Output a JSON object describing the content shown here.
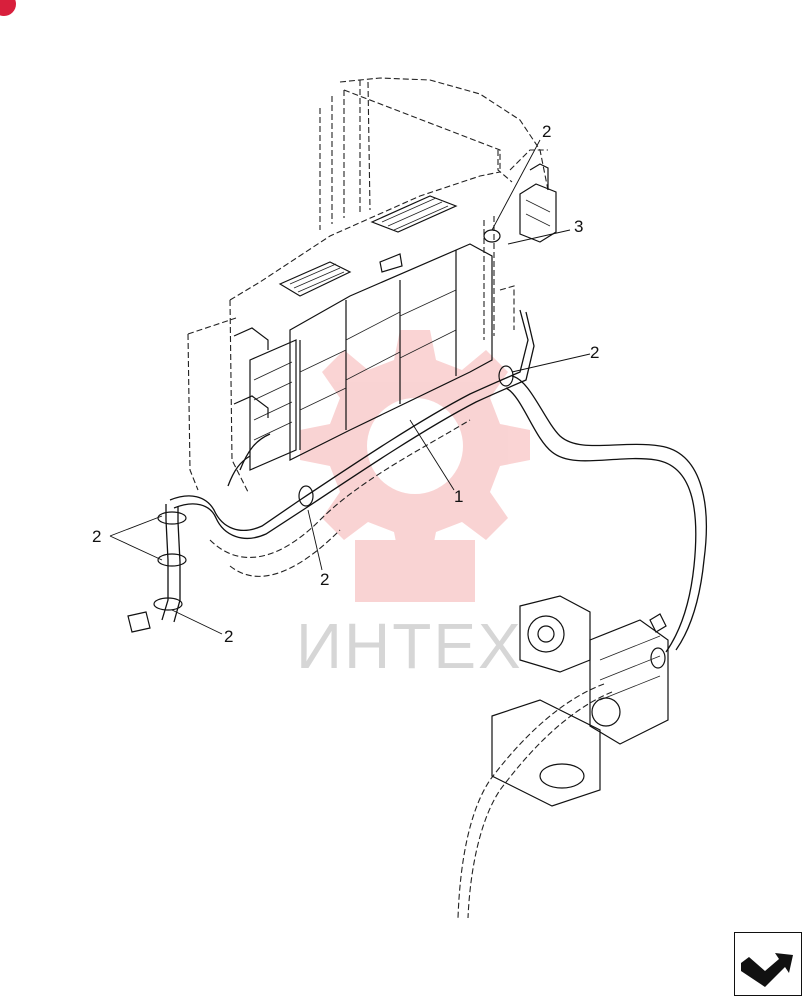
{
  "watermark": {
    "text": "ИНТЕХ"
  },
  "callouts": [
    {
      "id": "c1",
      "label": "2"
    },
    {
      "id": "c2",
      "label": "3"
    },
    {
      "id": "c3",
      "label": "2"
    },
    {
      "id": "c4",
      "label": "1"
    },
    {
      "id": "c5",
      "label": "2"
    },
    {
      "id": "c6",
      "label": "2"
    },
    {
      "id": "c7",
      "label": "2"
    }
  ],
  "colors": {
    "watermark_red": "#e83a3a",
    "badge_red": "#d81f3c",
    "line": "#111111"
  }
}
